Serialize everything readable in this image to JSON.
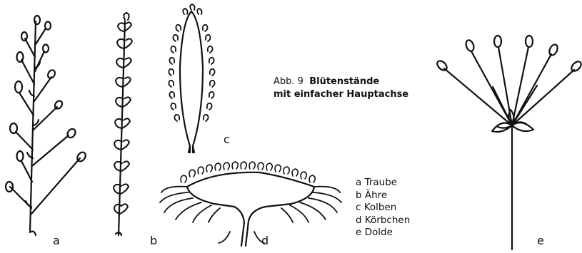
{
  "caption": {
    "prefix": "Abb. 9",
    "title_line1": "Blütenstände",
    "title_line2": "mit einfacher Hauptachse"
  },
  "panel_labels": {
    "a": "a",
    "b": "b",
    "c": "c",
    "d": "d",
    "e": "e"
  },
  "legend": [
    "a Traube",
    "b Ähre",
    "c Kolben",
    "d Körbchen",
    "e Dolde"
  ]
}
